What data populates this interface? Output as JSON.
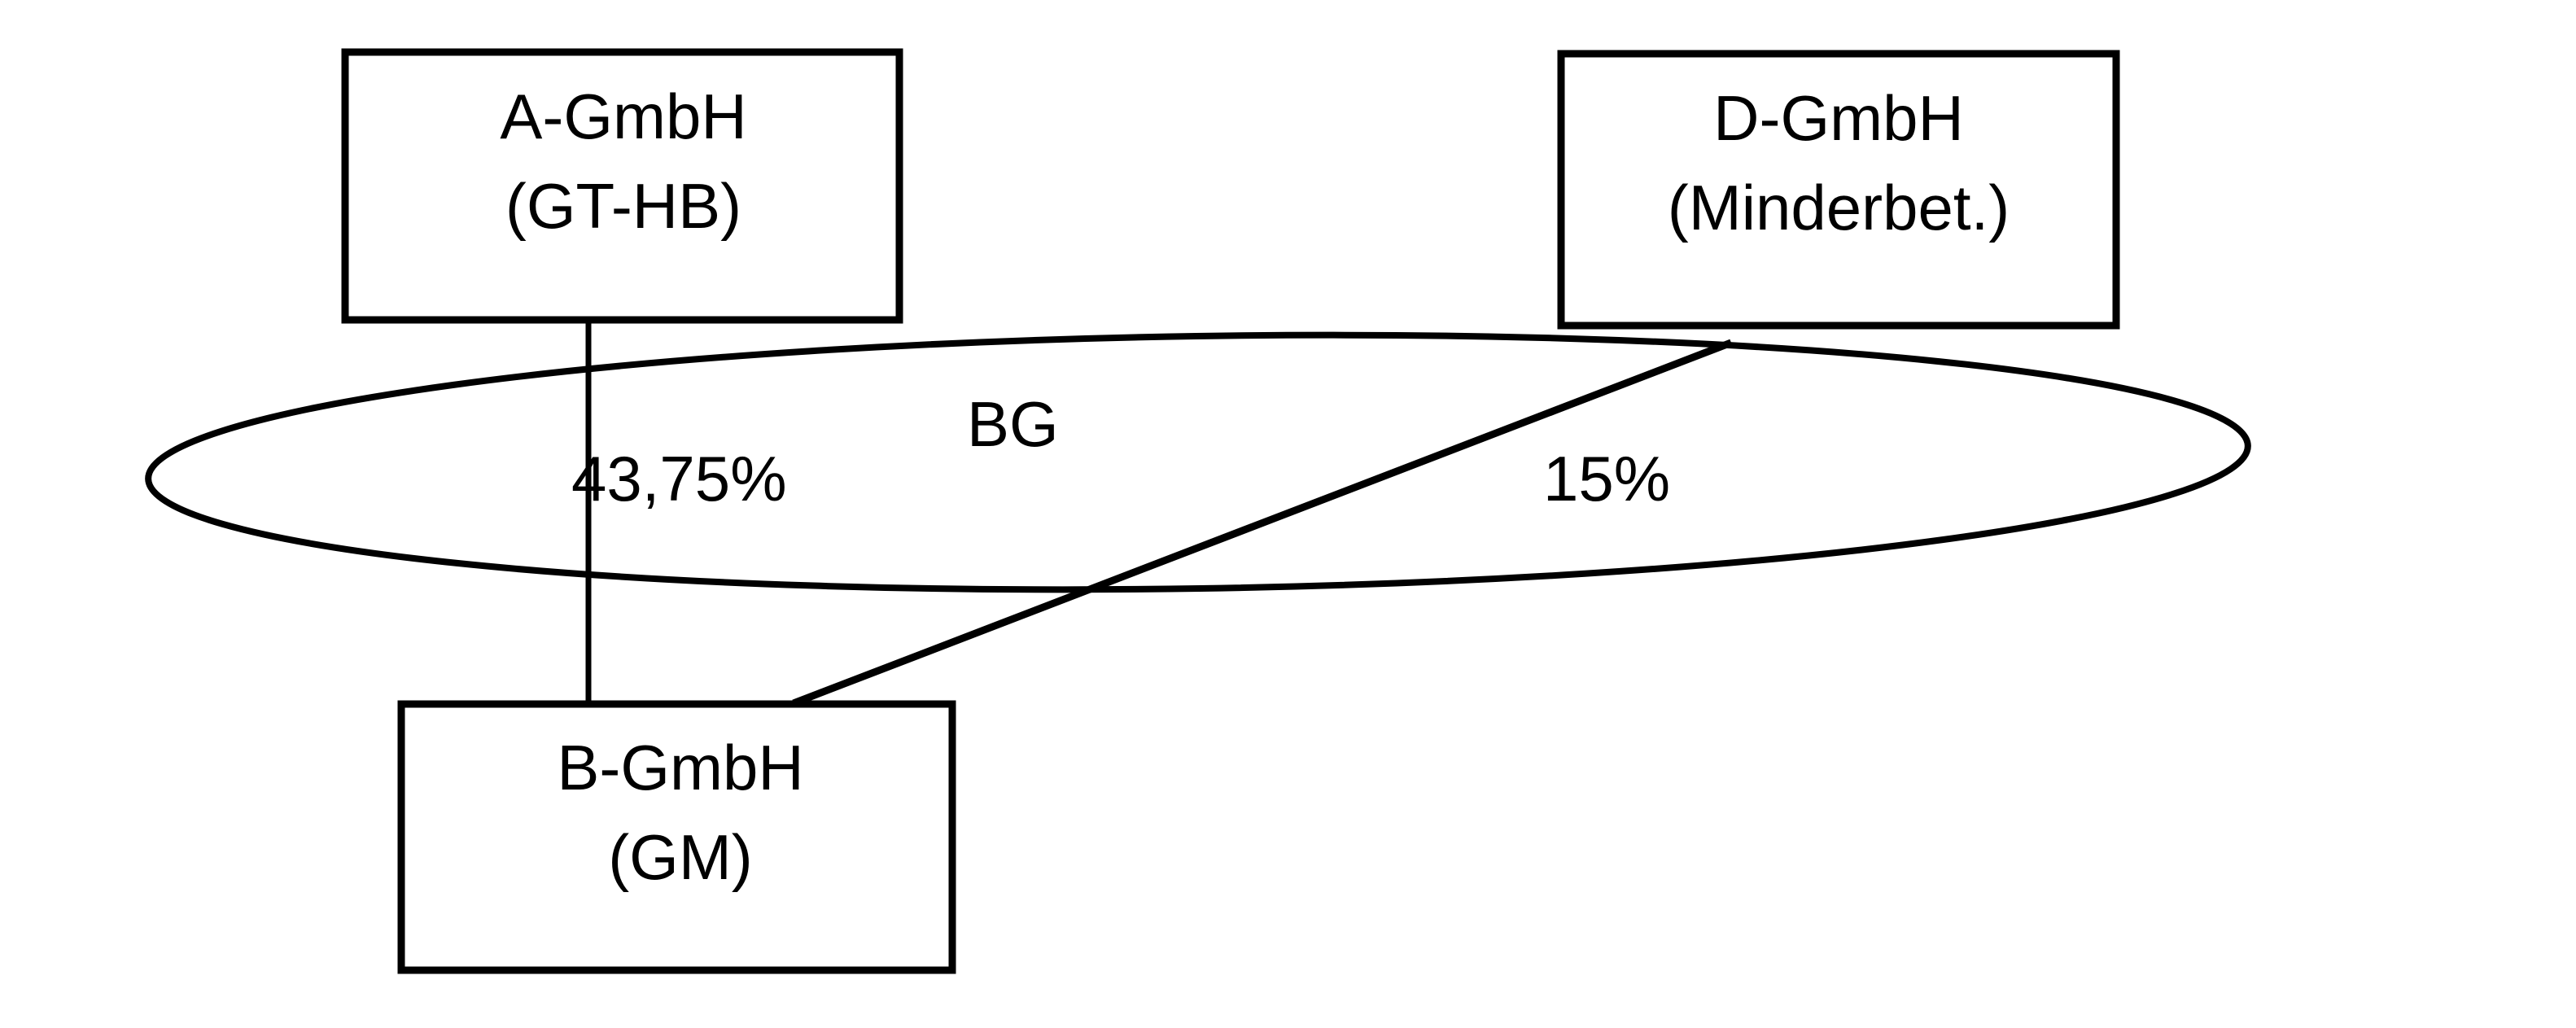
{
  "diagram": {
    "kind": "ownership-structure-diagram",
    "background_color": "#ffffff",
    "line_color": "#000000",
    "nodes": [
      {
        "id": "a-gmbh",
        "line1": "A-GmbH",
        "line2": "(GT-HB)",
        "shape": "rectangle"
      },
      {
        "id": "d-gmbh",
        "line1": "D-GmbH",
        "line2": "(Minderbet.)",
        "shape": "rectangle"
      },
      {
        "id": "b-gmbh",
        "line1": "B-GmbH",
        "line2": "(GM)",
        "shape": "rectangle"
      }
    ],
    "group": {
      "id": "bg-ellipse",
      "label": "BG",
      "shape": "ellipse"
    },
    "edges": [
      {
        "id": "a-to-b",
        "from": "a-gmbh",
        "to": "b-gmbh",
        "label": "43,75%"
      },
      {
        "id": "d-to-b",
        "from": "d-gmbh",
        "to": "b-gmbh",
        "label": "15%"
      }
    ]
  }
}
